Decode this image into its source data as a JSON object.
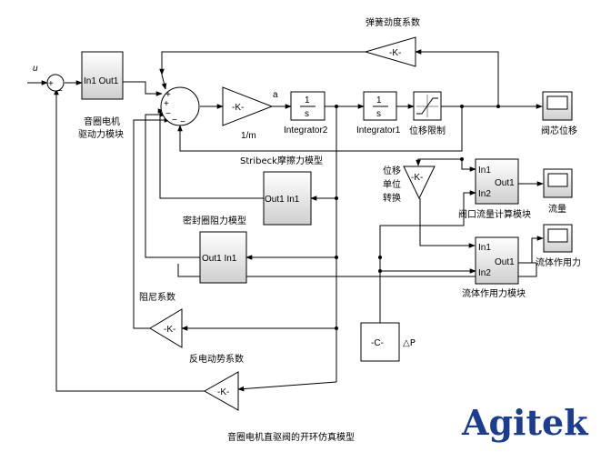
{
  "diagram": {
    "input_label": "u",
    "sum1_signs": [
      "+",
      "−"
    ],
    "sum2_signs": [
      "+",
      "+",
      "−",
      "−",
      "−"
    ],
    "driver_block": {
      "text": "In1 Out1",
      "label_line1": "音圈电机",
      "label_line2": "驱动力模块"
    },
    "gain_mass": {
      "text": "-K-",
      "label": "1/m"
    },
    "signal_a": "a",
    "integrator2": {
      "text_top": "1",
      "text_bottom": "s",
      "label": "Integrator2"
    },
    "integrator1": {
      "text_top": "1",
      "text_bottom": "s",
      "label": "Integrator1"
    },
    "saturation_label": "位移限制",
    "scope_spool": "阀芯位移",
    "spring_gain": {
      "text": "-K-",
      "label": "弹簧劲度系数"
    },
    "stribeck": {
      "text": "Out1 In1",
      "label": "Stribeck摩擦力模型"
    },
    "seal": {
      "text": "Out1 In1",
      "label": "密封圈阻力模型"
    },
    "damping_gain": {
      "text": "-K-",
      "label": "阻尼系数"
    },
    "backemf_gain": {
      "text": "-K-",
      "label": "反电动势系数"
    },
    "unit_gain": {
      "text": "-K-",
      "label_l1": "位移",
      "label_l2": "单位",
      "label_l3": "转换"
    },
    "flow_block": {
      "in1": "In1",
      "in2": "In2",
      "out": "Out1",
      "label": "阀口流量计算模块"
    },
    "force_block": {
      "in1": "In1",
      "in2": "In2",
      "out": "Out1",
      "label": "流体作用力模块"
    },
    "scope_flow": "流量",
    "scope_force": "流体作用力",
    "constant": {
      "text": "-C-",
      "label": "△P"
    }
  },
  "caption": "音圈电机直驱阀的开环仿真模型",
  "logo": "Agitek",
  "colors": {
    "block_top": "#ffffff",
    "block_bottom": "#cfcfcf",
    "logo": "#1a3d8f"
  }
}
